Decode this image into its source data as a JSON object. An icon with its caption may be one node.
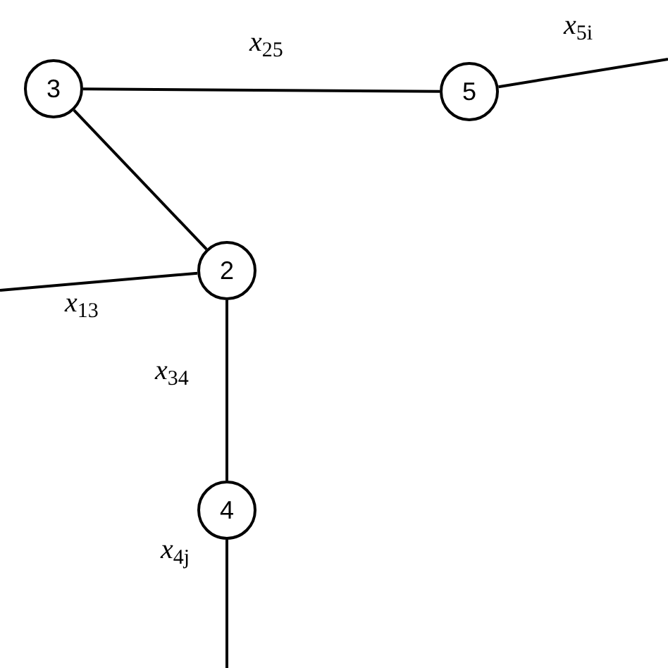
{
  "diagram": {
    "nodes": [
      {
        "text": [
          "3"
        ]
      },
      {
        "text": [
          "5"
        ]
      },
      {
        "text": [
          "2"
        ]
      },
      {
        "text": [
          "4"
        ]
      }
    ],
    "edges": [
      {
        "from": 0,
        "to": 1,
        "arrow": "none",
        "label": "*x*$_{25}$"
      },
      {
        "from": 1,
        "to": null,
        "arrow": "none",
        "label": "*x*$_{5i}$"
      },
      {
        "from": 0,
        "to": 2,
        "arrow": "none"
      },
      {
        "from": 2,
        "to": null,
        "arrow": "none",
        "label": "*x*$_{13}$"
      },
      {
        "from": 2,
        "to": 3,
        "arrow": "none",
        "label": "*x*$_{34}$"
      },
      {
        "from": 3,
        "to": null,
        "arrow": "none",
        "label": "*x*$_{4j}$"
      }
    ]
  }
}
